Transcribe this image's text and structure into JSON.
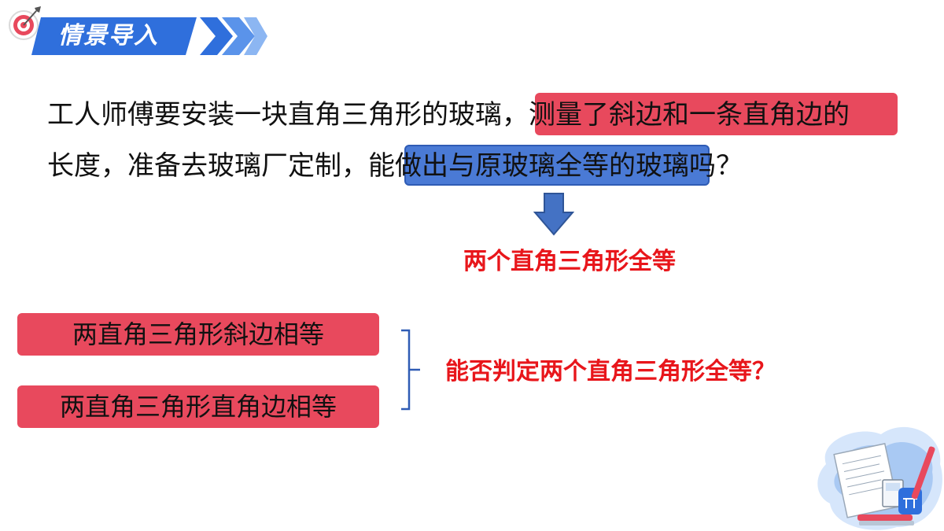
{
  "header": {
    "title": "情景导入",
    "icon": "target-icon"
  },
  "paragraph": {
    "line1_plain": "工人师傅要安装一块直角三角形的玻璃，",
    "line1_highlight": "测量了斜边和一条直角边的",
    "line2_plain_a": "长度，准备去玻璃厂定制，能",
    "line2_highlight": "做出与原玻璃全等的玻璃",
    "line2_plain_b": "吗？"
  },
  "conclusion": "两个直角三角形全等",
  "conditions": [
    "两直角三角形斜边相等",
    "两直角三角形直角边相等"
  ],
  "question": "能否判定两个直角三角形全等？",
  "colors": {
    "header_blue": "#2f6fdc",
    "highlight_red": "#e8495d",
    "highlight_blue": "#4a7ad5",
    "emphasis_red": "#e8161b",
    "arrow_blue": "#4472c4"
  }
}
